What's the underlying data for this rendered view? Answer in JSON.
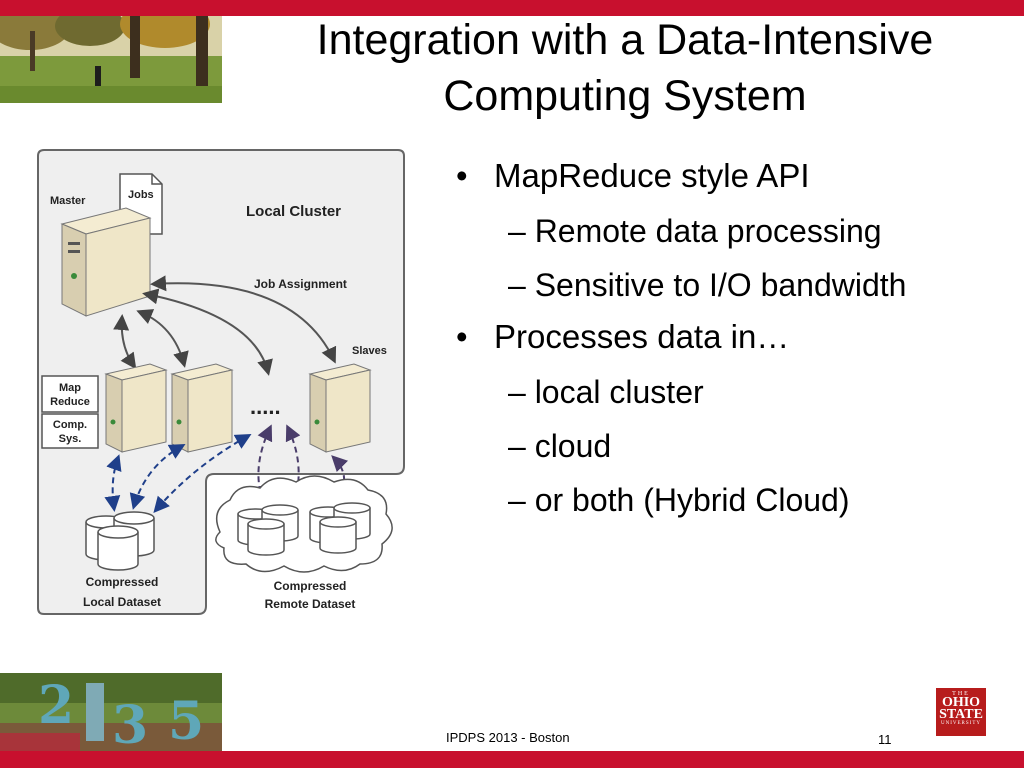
{
  "slide": {
    "title_line1": "Integration with a Data-Intensive",
    "title_line2": "Computing System",
    "footer": "IPDPS 2013 - Boston",
    "page_number": "11",
    "logo": {
      "line1": "THE",
      "line2": "OHIO STATE",
      "line3": "UNIVERSITY"
    },
    "colors": {
      "brand_red": "#c8102e"
    }
  },
  "bullets": [
    {
      "text": "MapReduce style API",
      "subs": [
        "– Remote data processing",
        "– Sensitive to I/O bandwidth"
      ]
    },
    {
      "text": "Processes data in…",
      "subs": [
        "– local cluster",
        "– cloud",
        "– or both (Hybrid Cloud)"
      ]
    }
  ],
  "diagram": {
    "cluster_title": "Local Cluster",
    "master": "Master",
    "jobs": "Jobs",
    "job_assignment": "Job Assignment",
    "slaves": "Slaves",
    "ellipsis": ".....",
    "map_reduce_1": "Map",
    "map_reduce_2": "Reduce",
    "comp_sys_1": "Comp.",
    "comp_sys_2": "Sys.",
    "local_dataset_1": "Compressed",
    "local_dataset_2": "Local Dataset",
    "remote_dataset_1": "Compressed",
    "remote_dataset_2": "Remote Dataset"
  }
}
